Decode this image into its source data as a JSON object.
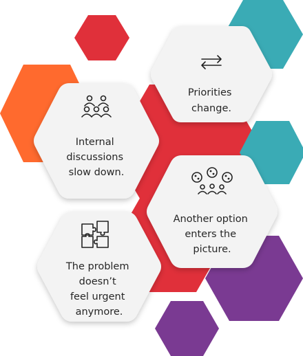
{
  "colors": {
    "red": "#E0303A",
    "orange": "#FF6A2E",
    "teal": "#3AABB5",
    "purple": "#7A3A92",
    "card": "#F3F3F3",
    "icon": "#222222",
    "text": "#262626"
  },
  "cards": [
    {
      "id": "priorities",
      "icon": "arrows-swap-icon",
      "lines": [
        "Priorities",
        "change."
      ]
    },
    {
      "id": "internal",
      "icon": "people-group-icon",
      "lines": [
        "Internal",
        "discussions",
        "slow down."
      ]
    },
    {
      "id": "option",
      "icon": "people-sharing-icon",
      "lines": [
        "Another option",
        "enters the",
        "picture."
      ]
    },
    {
      "id": "problem",
      "icon": "puzzle-pieces-icon",
      "lines": [
        "The problem",
        "doesn’t",
        "feel urgent",
        "anymore."
      ]
    }
  ]
}
